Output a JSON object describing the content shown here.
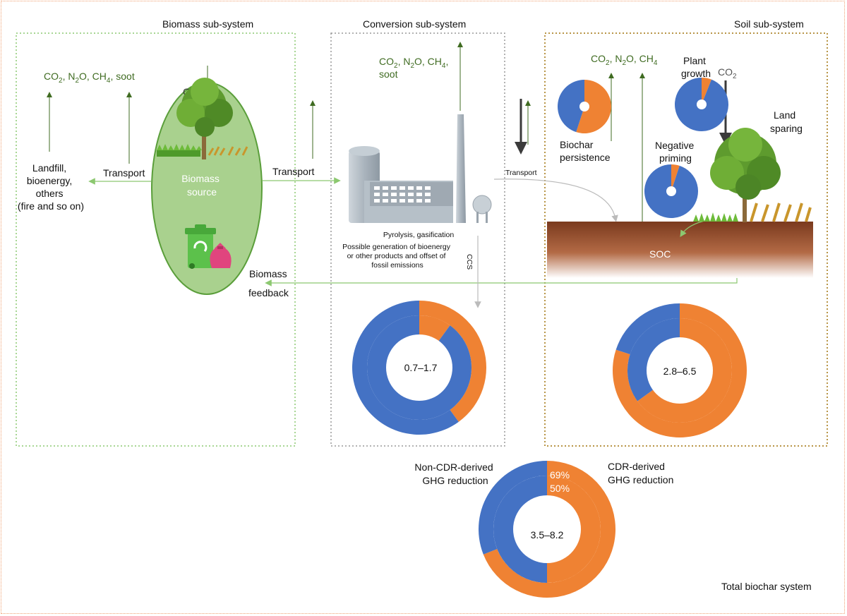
{
  "subsystems": {
    "biomass_title": "Biomass sub-system",
    "conversion_title": "Conversion sub-system",
    "soil_title": "Soil sub-system",
    "total_title": "Total biochar system"
  },
  "biomass": {
    "emissions_main": "CO",
    "emissions_rest": ", N",
    "emissions_o": "O, CH",
    "emissions_tail": ", soot",
    "co_label": "CO",
    "sub2": "2",
    "sub4": "4",
    "destination": [
      "Landfill,",
      "bioenergy,",
      "others",
      "(fire and so on)"
    ],
    "transport_left": "Transport",
    "transport_right": "Transport",
    "source": [
      "Biomass",
      "source"
    ],
    "feedback": [
      "Biomass",
      "feedback"
    ]
  },
  "conversion": {
    "emissions_line1_a": "CO",
    "emissions_line1_b": ", N",
    "emissions_line1_c": "O, CH",
    "emissions_line1_d": ",",
    "emissions_line2": "soot",
    "process": "Pyrolysis, gasification",
    "note": [
      "Possible generation of bioenergy",
      "or other products and offset of",
      "fossil emissions"
    ],
    "ccs": "CCS",
    "transport": "Transport",
    "range": "0.7–1.7"
  },
  "soil": {
    "emissions_a": "CO",
    "emissions_b": ", N",
    "emissions_c": "O, CH",
    "plant_growth": [
      "Plant",
      "growth"
    ],
    "co2": "CO",
    "land_sparing": [
      "Land",
      "sparing"
    ],
    "biochar_persistence": [
      "Biochar",
      "persistence"
    ],
    "negative_priming": [
      "Negative",
      "priming"
    ],
    "soc": "SOC",
    "range": "2.8–6.5"
  },
  "total": {
    "non_cdr": [
      "Non-CDR-derived",
      "GHG reduction"
    ],
    "cdr": [
      "CDR-derived",
      "GHG reduction"
    ],
    "pct_outer": "69%",
    "pct_inner": "50%",
    "range": "3.5–8.2"
  },
  "colors": {
    "cdr": "#ef8233",
    "non_cdr": "#4472c4",
    "green_text": "#3f6b21",
    "green_arrow": "#8cc870",
    "dark_arrow": "#3b3b3b"
  },
  "chart_data": [
    {
      "type": "pie",
      "title": "Biochar persistence",
      "series": [
        {
          "values": [
            0.55,
            0.45
          ]
        }
      ],
      "categories": [
        "CDR-derived",
        "Non-CDR-derived"
      ]
    },
    {
      "type": "pie",
      "title": "Plant growth",
      "series": [
        {
          "values": [
            0.06,
            0.94
          ]
        }
      ],
      "categories": [
        "CDR-derived",
        "Non-CDR-derived"
      ]
    },
    {
      "type": "pie",
      "title": "Negative priming",
      "series": [
        {
          "values": [
            0.05,
            0.95
          ]
        }
      ],
      "categories": [
        "CDR-derived",
        "Non-CDR-derived"
      ]
    },
    {
      "type": "pie",
      "title": "Conversion sub-system",
      "series": [
        {
          "name": "outer",
          "values": [
            0.4,
            0.6
          ]
        },
        {
          "name": "inner",
          "values": [
            0.1,
            0.9
          ]
        }
      ],
      "categories": [
        "CDR-derived",
        "Non-CDR-derived"
      ]
    },
    {
      "type": "pie",
      "title": "Soil sub-system",
      "series": [
        {
          "name": "outer",
          "values": [
            0.8,
            0.2
          ]
        },
        {
          "name": "inner",
          "values": [
            0.65,
            0.35
          ]
        }
      ],
      "categories": [
        "CDR-derived",
        "Non-CDR-derived"
      ]
    },
    {
      "type": "pie",
      "title": "Total biochar system",
      "series": [
        {
          "name": "outer",
          "values": [
            0.69,
            0.31
          ]
        },
        {
          "name": "inner",
          "values": [
            0.5,
            0.5
          ]
        }
      ],
      "categories": [
        "CDR-derived",
        "Non-CDR-derived"
      ]
    }
  ]
}
